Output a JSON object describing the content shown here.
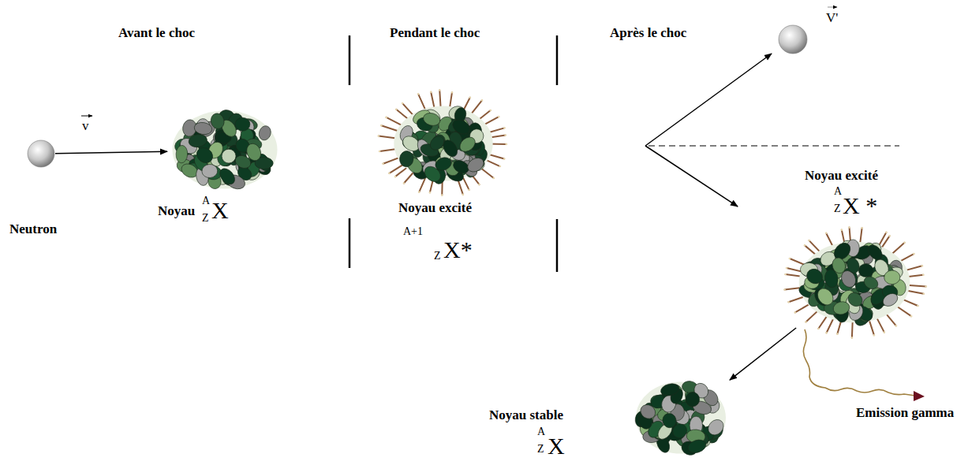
{
  "diagram": {
    "nodes": [
      {
        "text": [
          "Neutron"
        ]
      },
      {
        "text": [
          "Noyau",
          "A",
          "Z",
          "X"
        ]
      },
      {
        "text": [
          "Noyau excité",
          "A+1",
          "Z",
          "X*"
        ]
      },
      {
        "text": [
          "V'"
        ]
      },
      {
        "text": [
          "Noyau excité",
          "A",
          "Z",
          "X *"
        ]
      },
      {
        "text": [
          "Noyau stable",
          "A",
          "Z",
          "X"
        ]
      }
    ],
    "edges": [
      {
        "from": 0,
        "to": 1,
        "arrow": "to",
        "label": "v"
      },
      {
        "from": 4,
        "to": 5,
        "arrow": "to"
      }
    ],
    "labels": [
      "Avant le choc",
      "Pendant le choc",
      "Après le choc",
      "Emission gamma"
    ]
  }
}
